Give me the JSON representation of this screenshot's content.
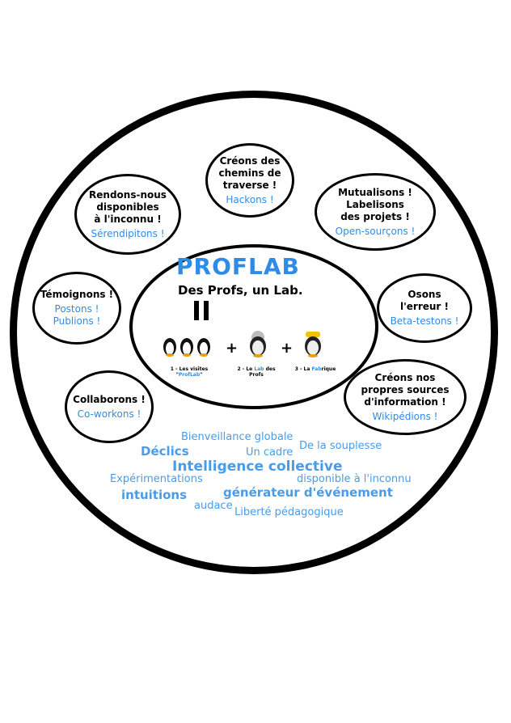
{
  "title": "PROFLAB",
  "subtitle": "Des Profs, un Lab.",
  "equals_sign": "||",
  "plus": "+",
  "penguins": [
    {
      "label_pre": "1 - Les visites \"",
      "label_hl": "ProfLab",
      "label_post": "\""
    },
    {
      "label_pre": "2 - Le ",
      "label_hl": "Lab",
      "label_post": " des Profs"
    },
    {
      "label_pre": "3 - La ",
      "label_hl": "Fab",
      "label_post": "rique"
    }
  ],
  "bubbles": [
    {
      "title": "Créons des\nchemins de\ntraverse !",
      "action": "Hackons !"
    },
    {
      "title": "Rendons-nous\ndisponibles\nà l'inconnu !",
      "action": "Sérendipitons !"
    },
    {
      "title": "Mutualisons !\nLabelisons\ndes projets !",
      "action": "Open-sourçons !"
    },
    {
      "title": "Témoignons !",
      "action": "Postons !\nPublions !"
    },
    {
      "title": "Osons\nl'erreur !",
      "action": "Beta-testons !"
    },
    {
      "title": "Collaborons !",
      "action": "Co-workons !"
    },
    {
      "title": "Créons nos\npropres sources\nd'information !",
      "action": "Wikipédions !"
    }
  ],
  "word_cloud": [
    "Bienveillance globale",
    "Déclics",
    "Un cadre",
    "De la souplesse",
    "Intelligence collective",
    "Expérimentations",
    "disponible à l'inconnu",
    "intuitions",
    "générateur d'événement",
    "audace",
    "Liberté pédagogique"
  ],
  "colors": {
    "accent": "#2f8ce6",
    "cloud": "#4a9be8",
    "outline": "#000000"
  }
}
